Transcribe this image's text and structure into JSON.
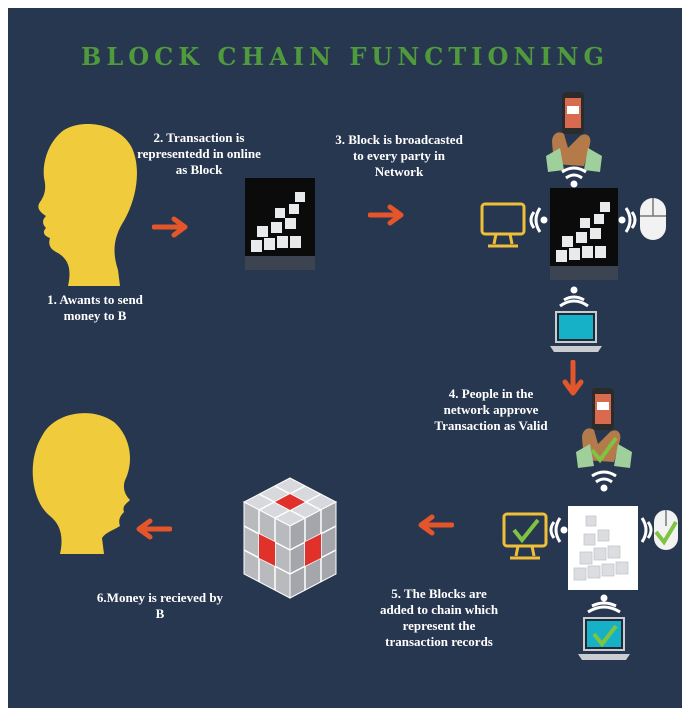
{
  "title": "BLOCK CHAIN FUNCTIONING",
  "colors": {
    "background": "#283750",
    "title": "#4f9a3d",
    "arrow": "#e4552a",
    "person": "#f0cc3c",
    "device_outline": "#f0bf3a",
    "check": "#7fc342",
    "wave": "#ffffff"
  },
  "steps": [
    {
      "id": 1,
      "text": "1. Awants to send\nmoney to B",
      "icon": "person-head-icon"
    },
    {
      "id": 2,
      "text": "2. Transaction is\nrepresentedd in online\nas Block",
      "icon": "block-stack-icon"
    },
    {
      "id": 3,
      "text": "3. Block is broadcasted\nto every party in\nNetwork",
      "icon": "network-devices-icon"
    },
    {
      "id": 4,
      "text": "4. People in the\nnetwork approve\nTransaction as Valid",
      "icon": "approved-devices-icon"
    },
    {
      "id": 5,
      "text": "5. The Blocks are\nadded to chain which\nrepresent the\ntransaction records",
      "icon": "cube-chain-icon"
    },
    {
      "id": 6,
      "text": "6.Money is recieved by\nB",
      "icon": "person-head-icon"
    }
  ]
}
